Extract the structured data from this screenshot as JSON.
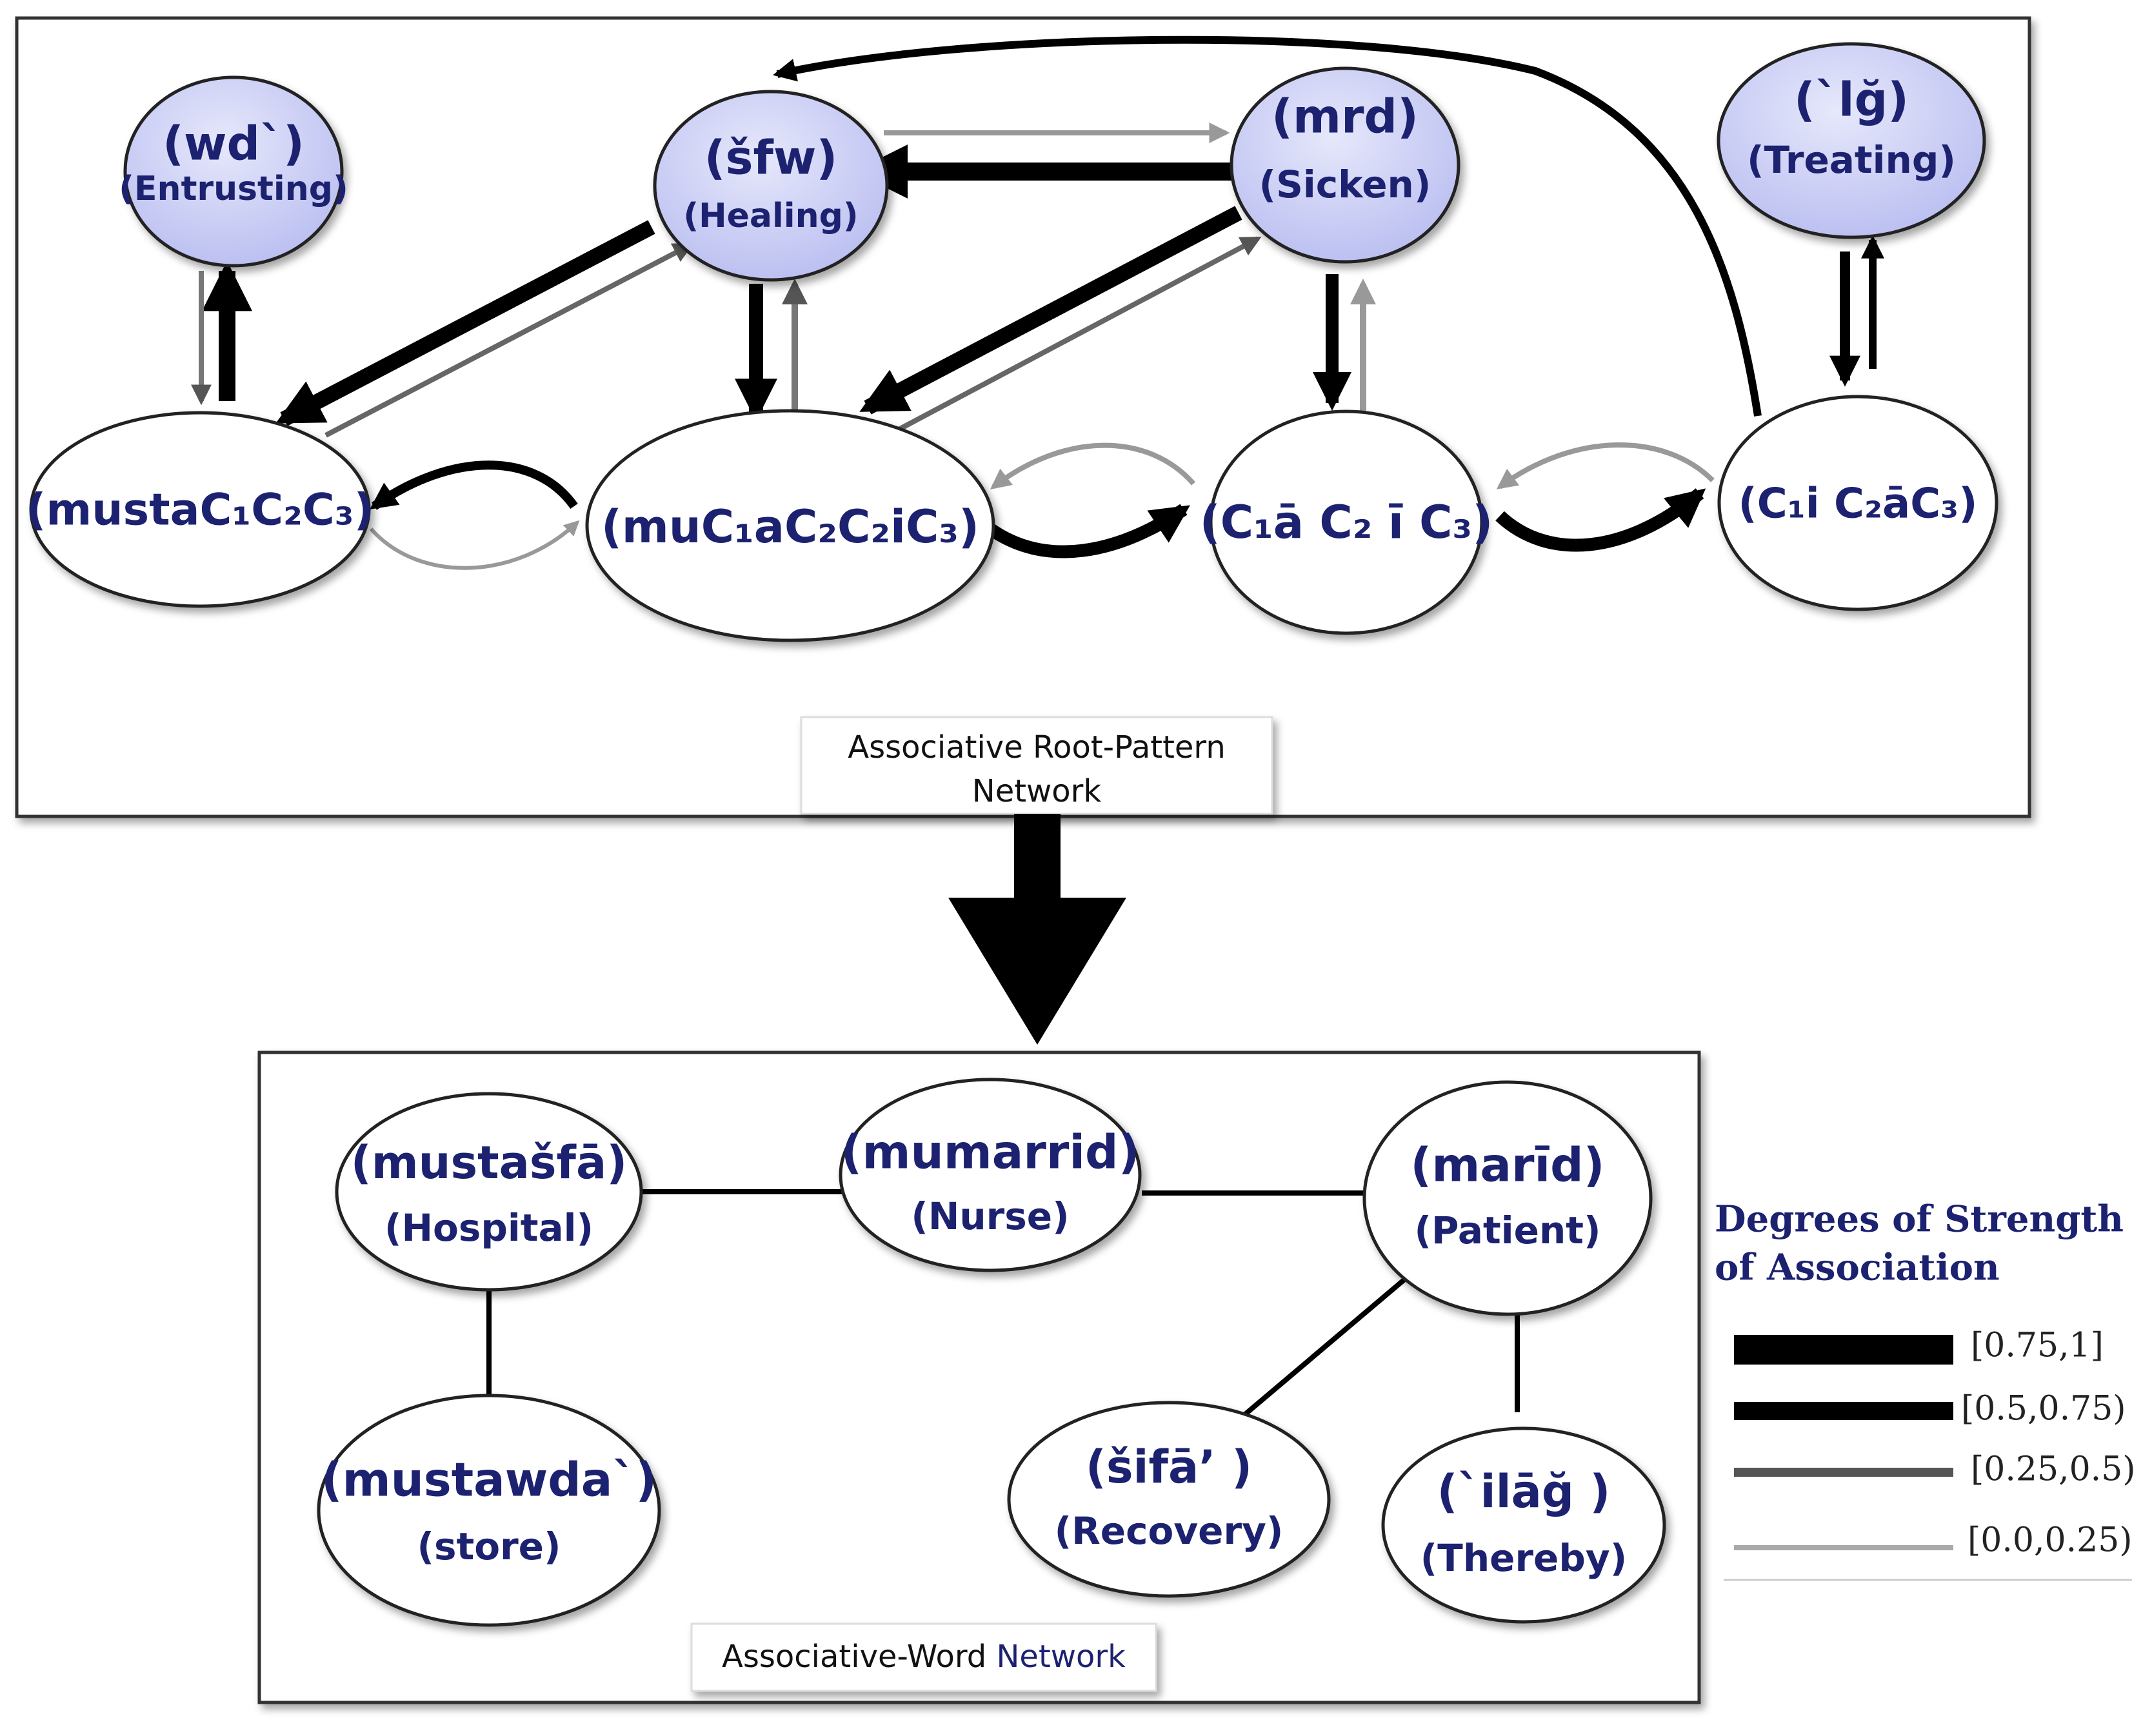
{
  "colors": {
    "root_fill": "#cdd0f5",
    "pattern_fill": "#ffffff",
    "text": "#1c2270",
    "strong": "#000000",
    "medium": "#000000",
    "weak": "#555555",
    "weakest": "#999999"
  },
  "root_pattern_network": {
    "label_line1": "Associative Root-Pattern",
    "label_line2": "Network",
    "roots": [
      {
        "id": "wd",
        "main": "(wd`)",
        "sub": "(Entrusting)"
      },
      {
        "id": "sfw",
        "main": "(šfw)",
        "sub": "(Healing)"
      },
      {
        "id": "mrd",
        "main": "(mrd)",
        "sub": "(Sicken)"
      },
      {
        "id": "lg",
        "main": "(`lğ)",
        "sub": "(Treating)"
      }
    ],
    "patterns": [
      {
        "id": "musta",
        "label": "(mustaC₁C₂C₃)"
      },
      {
        "id": "muc",
        "label": "(muC₁aC₂C₂iC₃)"
      },
      {
        "id": "caci",
        "label": "(C₁ā C₂ ī C₃)"
      },
      {
        "id": "cica",
        "label": "(C₁i C₂āC₃)"
      }
    ]
  },
  "word_network": {
    "label_part1": "Associative-Word ",
    "label_part2": "Network",
    "words": [
      {
        "id": "mustasfa",
        "main": "(mustašfā)",
        "sub": "(Hospital)"
      },
      {
        "id": "mumarrid",
        "main": "(mumarrid)",
        "sub": "(Nurse)"
      },
      {
        "id": "marid",
        "main": "(marīd)",
        "sub": "(Patient)"
      },
      {
        "id": "mustawda",
        "main": "(mustawda`)",
        "sub": "(store)"
      },
      {
        "id": "sifa",
        "main": "(šifā’ )",
        "sub": "(Recovery)"
      },
      {
        "id": "ilag",
        "main": "(`ilāğ )",
        "sub": "(Thereby)"
      }
    ]
  },
  "legend": {
    "title_line1": "Degrees of  Strength",
    "title_line2": "of Association",
    "items": [
      {
        "range": "[0.75,1]",
        "color": "#000000"
      },
      {
        "range": "[0.5,0.75)",
        "color": "#000000"
      },
      {
        "range": "[0.25,0.5)",
        "color": "#555555"
      },
      {
        "range": "[0.0,0.25)",
        "color": "#999999"
      }
    ]
  }
}
